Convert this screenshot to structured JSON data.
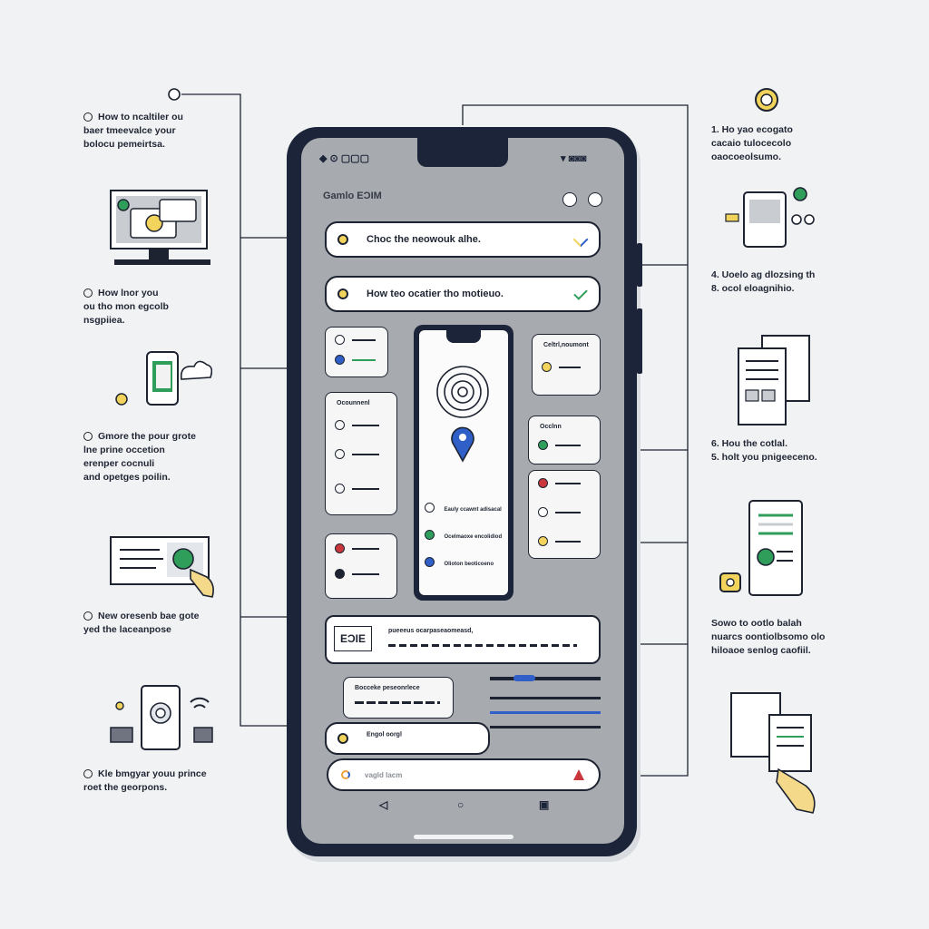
{
  "left_notes": [
    {
      "text": "How to ncaltiler ou\nbaer tmeevalce your\nbolocu pemeirtsa."
    },
    {
      "text": "How lnor you\nou tho mon egcolb\nnsgpiiea."
    },
    {
      "text": "Gmore the pour grote\nlne prine occetion\nerenper cocnuli\nand opetges poilin."
    },
    {
      "text": "New oresenb bae gote\nyed the laceanpose"
    },
    {
      "text": "Kle bmgyar youu prince\nroet the georpons."
    }
  ],
  "right_notes": [
    {
      "text": "1. Ho yao ecogato\ncacaio tulocecolo\noaocoeolsumo."
    },
    {
      "text": "4. Uoelo ag dlozsing th\n8. ocol eloagnihio."
    },
    {
      "text": "6. Hou the cotlal.\n5. holt you pnigeeceno."
    },
    {
      "text": "Sowo to ootlo balah\nnuarcs oontiolbsomo olo\nhiloaoe senlog caofiil."
    }
  ],
  "phone": {
    "status_left": "◆ ⊙ ▢▢▢",
    "status_right": "▾ ◙◙◙",
    "app_title": "Gamlo EƆIM",
    "search_pill_1": "Choc the neowouk alhe.",
    "search_pill_2": "How teo ocatier tho motieuo.",
    "card_right_top": "Celtrl,noumont",
    "card_left_mid": "Ocounnenl",
    "card_right_mid": "Occlnn",
    "center_rows": [
      "Eauly ccawnt adisacal",
      "Ocelmaoxe encolidiod",
      "Olioton beoticoeno"
    ],
    "banner_code": "EƆIE",
    "banner_title": "pueeeus ocarpaseaomeasd,",
    "small_card_title": "Bocceke peseonrlece",
    "bottom_pill_text": "Engol oorgl",
    "final_pill_text": "vagld lacm",
    "nav": {
      "back": "◁",
      "home": "○",
      "recent": "▣"
    }
  },
  "colors": {
    "background": "#f1f2f4",
    "phone_body": "#1b2438",
    "screen": "#a7aaae",
    "accent_yellow": "#f2d45c",
    "accent_green": "#2f9e5b",
    "accent_blue": "#2f5fc7",
    "accent_red": "#c9373d"
  }
}
